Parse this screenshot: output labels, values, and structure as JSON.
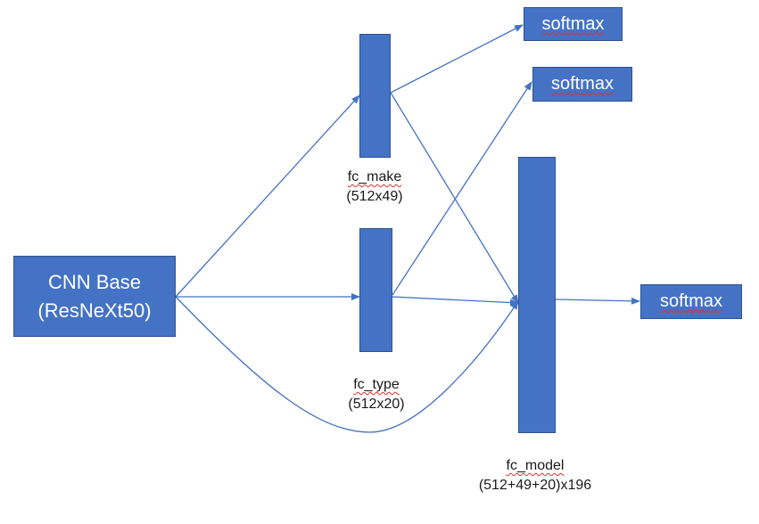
{
  "nodes": {
    "cnn_base": {
      "line1": "CNN Base",
      "line2": "(ResNeXt50)"
    },
    "fc_make": {
      "name": "fc_make",
      "dims": "(512x49)"
    },
    "fc_type": {
      "name": "fc_type",
      "dims": "(512x20)"
    },
    "fc_model": {
      "name": "fc_model",
      "dims": "(512+49+20)x196"
    },
    "softmax_make": {
      "label": "softmax"
    },
    "softmax_type": {
      "label": "softmax"
    },
    "softmax_model": {
      "label": "softmax"
    }
  },
  "colors": {
    "box_fill": "#4472c4",
    "box_border": "#2f528f",
    "arrow": "#4472c4",
    "text_on_box": "#ffffff",
    "spellcheck_underline": "#e03030"
  },
  "edges": [
    {
      "from": "cnn_base",
      "to": "fc_make"
    },
    {
      "from": "cnn_base",
      "to": "fc_type"
    },
    {
      "from": "cnn_base",
      "to": "fc_model"
    },
    {
      "from": "fc_make",
      "to": "softmax_make"
    },
    {
      "from": "fc_make",
      "to": "fc_model"
    },
    {
      "from": "fc_type",
      "to": "softmax_type"
    },
    {
      "from": "fc_type",
      "to": "fc_model"
    },
    {
      "from": "fc_model",
      "to": "softmax_model"
    }
  ]
}
